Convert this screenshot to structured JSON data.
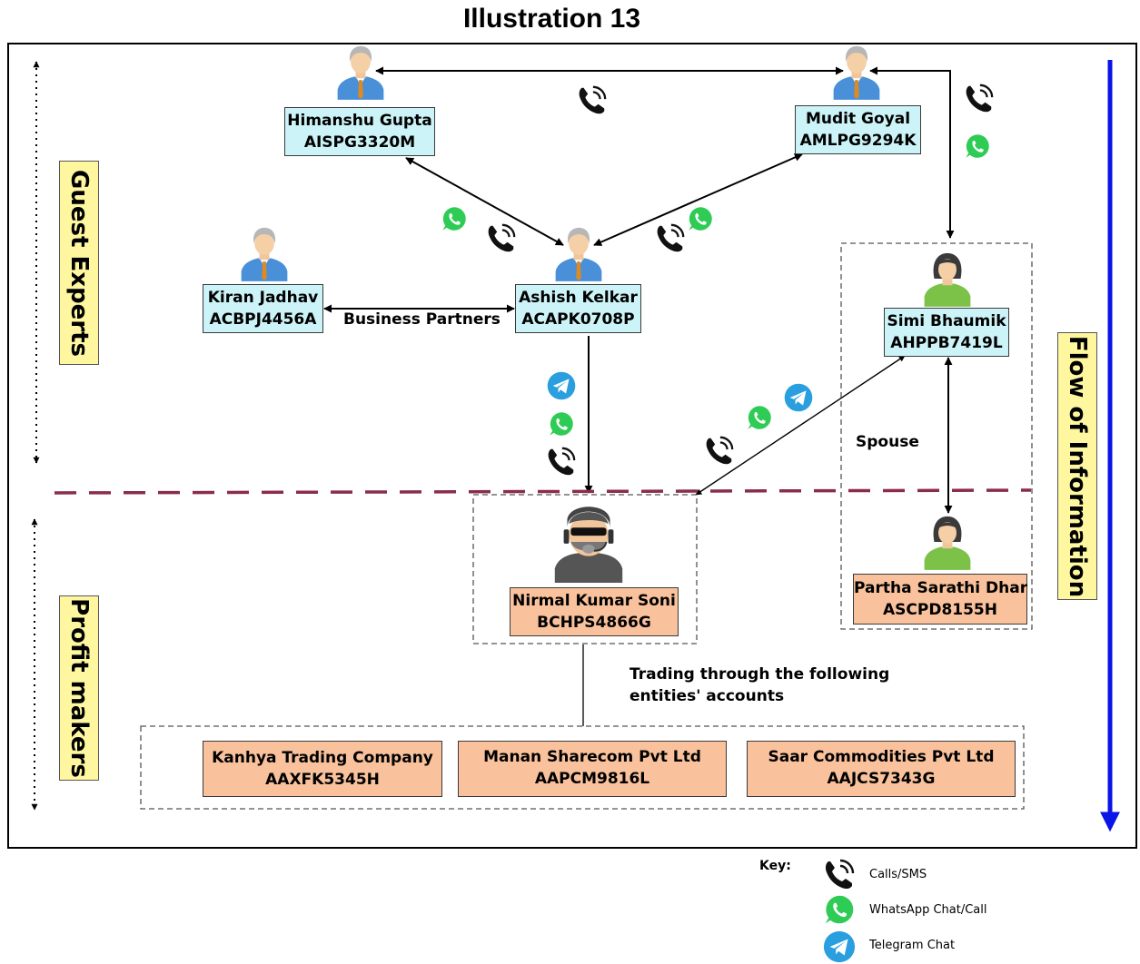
{
  "title": "Illustration 13",
  "side_labels": {
    "guest_experts": "Guest Experts",
    "profit_makers": "Profit makers",
    "flow_of_information": "Flow of Information"
  },
  "persons": {
    "himanshu_gupta": {
      "name": "Himanshu Gupta",
      "pan": "AISPG3320M"
    },
    "mudit_goyal": {
      "name": "Mudit Goyal",
      "pan": "AMLPG9294K"
    },
    "kiran_jadhav": {
      "name": "Kiran Jadhav",
      "pan": "ACBPJ4456A"
    },
    "ashish_kelkar": {
      "name": "Ashish Kelkar",
      "pan": "ACAPK0708P"
    },
    "simi_bhaumik": {
      "name": "Simi Bhaumik",
      "pan": "AHPPB7419L"
    },
    "nirmal_kumar_soni": {
      "name": "Nirmal Kumar Soni",
      "pan": "BCHPS4866G"
    },
    "partha_sarathi_dhar": {
      "name": "Partha Sarathi Dhar",
      "pan": "ASCPD8155H"
    }
  },
  "entities": [
    {
      "name": "Kanhya Trading Company",
      "pan": "AAXFK5345H"
    },
    {
      "name": "Manan Sharecom Pvt  Ltd",
      "pan": "AAPCM9816L"
    },
    {
      "name": "Saar Commodities Pvt Ltd",
      "pan": "AAJCS7343G"
    }
  ],
  "relations": {
    "business_partners": "Business Partners",
    "spouse": "Spouse",
    "trading_note_line1": "Trading through the following",
    "trading_note_line2": "entities' accounts"
  },
  "key": {
    "label": "Key:",
    "items": [
      {
        "icon": "phone-icon",
        "text": "Calls/SMS"
      },
      {
        "icon": "whatsapp-icon",
        "text": "WhatsApp Chat/Call"
      },
      {
        "icon": "telegram-icon",
        "text": "Telegram Chat"
      }
    ]
  },
  "colors": {
    "person_box": "#ccf3f7",
    "profit_box": "#f9c29c",
    "side_label": "#fef7a0",
    "divider": "#8b2c4a",
    "flow_arrow": "#0a14e6",
    "whatsapp": "#2ecc55",
    "telegram": "#2a9fe0"
  }
}
